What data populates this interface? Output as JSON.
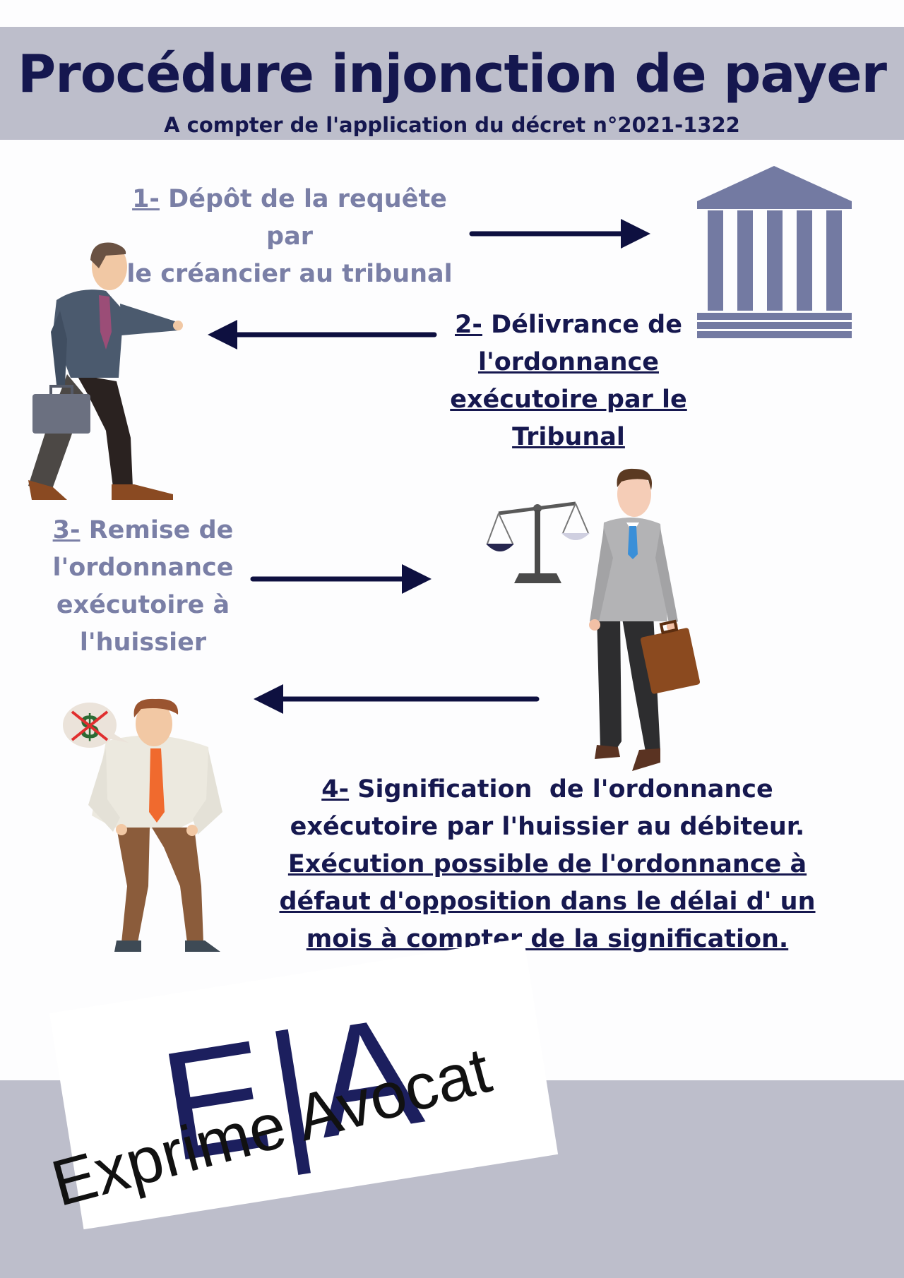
{
  "title": "Procédure injonction de payer",
  "subtitle": "A compter de l'application du décret n°2021-1322",
  "steps": [
    {
      "number": "1-",
      "lines": [
        "Dépôt de la requête par",
        "le créancier au tribunal"
      ]
    },
    {
      "number": "2-",
      "lines": [
        "Délivrance de",
        "l'ordonnance",
        "exécutoire par le",
        "Tribunal"
      ]
    },
    {
      "number": "3-",
      "lines": [
        "Remise de",
        "l'ordonnance",
        "exécutoire à",
        "l'huissier"
      ]
    },
    {
      "number": "4-",
      "lines": [
        "Signification  de l'ordonnance",
        "exécutoire par l'huissier au débiteur.",
        "Exécution possible de l'ordonnance à",
        "défaut d'opposition dans le délai d' un",
        "mois à compter de la signification."
      ]
    }
  ],
  "logo": {
    "initials": "E|A",
    "name": "Exprime Avocat"
  },
  "colors": {
    "navy": "#15174f",
    "slate": "#7a7fa6",
    "band": "#bdbecb"
  },
  "icons": [
    "courthouse-icon",
    "creditor-man-illustration",
    "scales-of-justice-icon",
    "bailiff-man-illustration",
    "debtor-man-illustration",
    "no-money-speech-bubble-icon"
  ]
}
